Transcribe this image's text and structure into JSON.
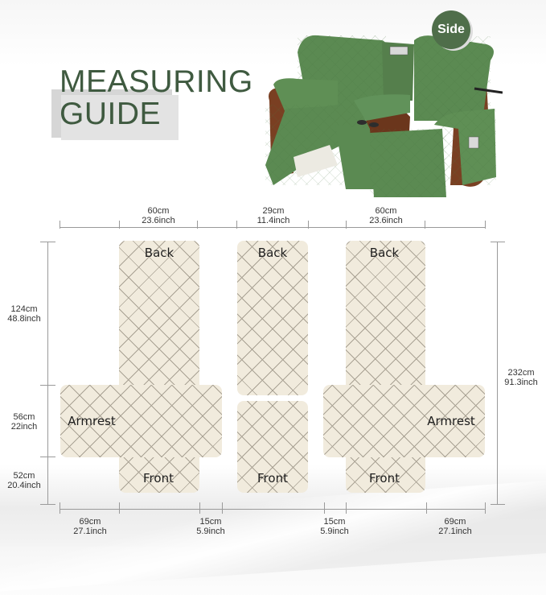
{
  "header": {
    "title_line1": "MEASURING",
    "title_line2": "GUIDE",
    "title_color": "#3f5a40",
    "badge": "Side",
    "badge_color": "#4f6e4a"
  },
  "product": {
    "description": "2-seat recliner sofa cover with center console",
    "cover_color": "#5b8a52",
    "sofa_color": "#7a3f22"
  },
  "top_dimensions": [
    {
      "cm": "60cm",
      "inch": "23.6inch"
    },
    {
      "cm": "29cm",
      "inch": "11.4inch"
    },
    {
      "cm": "60cm",
      "inch": "23.6inch"
    }
  ],
  "left_dimensions": [
    {
      "cm": "124cm",
      "inch": "48.8inch"
    },
    {
      "cm": "56cm",
      "inch": "22inch"
    },
    {
      "cm": "52cm",
      "inch": "20.4inch"
    }
  ],
  "right_dimension": {
    "cm": "232cm",
    "inch": "91.3inch"
  },
  "bottom_dimensions": [
    {
      "cm": "69cm",
      "inch": "27.1inch"
    },
    {
      "cm": "15cm",
      "inch": "5.9inch"
    },
    {
      "cm": "15cm",
      "inch": "5.9inch"
    },
    {
      "cm": "69cm",
      "inch": "27.1inch"
    }
  ],
  "panels": {
    "left_seat": {
      "back": "Back",
      "armrest": "Armrest",
      "front": "Front"
    },
    "console": {
      "back": "Back",
      "front": "Front"
    },
    "right_seat": {
      "back": "Back",
      "armrest": "Armrest",
      "front": "Front"
    },
    "fabric_color": "#f1ebdd",
    "quilt_line_color": "#a9a294"
  }
}
